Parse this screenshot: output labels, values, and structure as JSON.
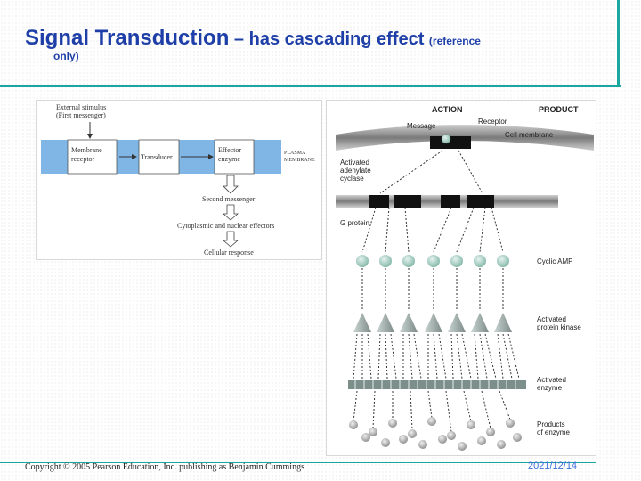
{
  "title": {
    "main": "Signal Transduction",
    "dash": " – ",
    "sub": "has cascading effect ",
    "ref_open": "(reference",
    "ref_close": "only)"
  },
  "left_diagram": {
    "external_stimulus": "External stimulus",
    "first_messenger": "(First messenger)",
    "membrane_receptor_1": "Membrane",
    "membrane_receptor_2": "receptor",
    "transducer": "Transducer",
    "effector_1": "Effector",
    "effector_2": "enzyme",
    "plasma_membrane_1": "PLASMA",
    "plasma_membrane_2": "MEMBRANE",
    "second_messenger": "Second messenger",
    "cyto_effectors": "Cytoplasmic and nuclear effectors",
    "cellular_response": "Cellular response"
  },
  "right_diagram": {
    "action": "ACTION",
    "product": "PRODUCT",
    "message": "Message",
    "receptor": "Receptor",
    "cell_membrane": "Cell membrane",
    "activated_adenylate_1": "Activated",
    "activated_adenylate_2": "adenylate",
    "activated_adenylate_3": "cyclase",
    "g_protein": "G protein",
    "cyclic_amp": "Cyclic AMP",
    "kinase_1": "Activated",
    "kinase_2": "protein kinase",
    "enzyme_1": "Activated",
    "enzyme_2": "enzyme",
    "products_1": "Products",
    "products_2": "of enzyme"
  },
  "footer": {
    "copyright": "Copyright © 2005 Pearson Education, Inc. publishing as Benjamin Cummings",
    "date": "2021/12/14"
  },
  "colors": {
    "title": "#1f3fa8",
    "accent_rule": "#1ba6a0",
    "membrane_band": "#7fb6e6",
    "footer_date": "#3a6ed8"
  }
}
